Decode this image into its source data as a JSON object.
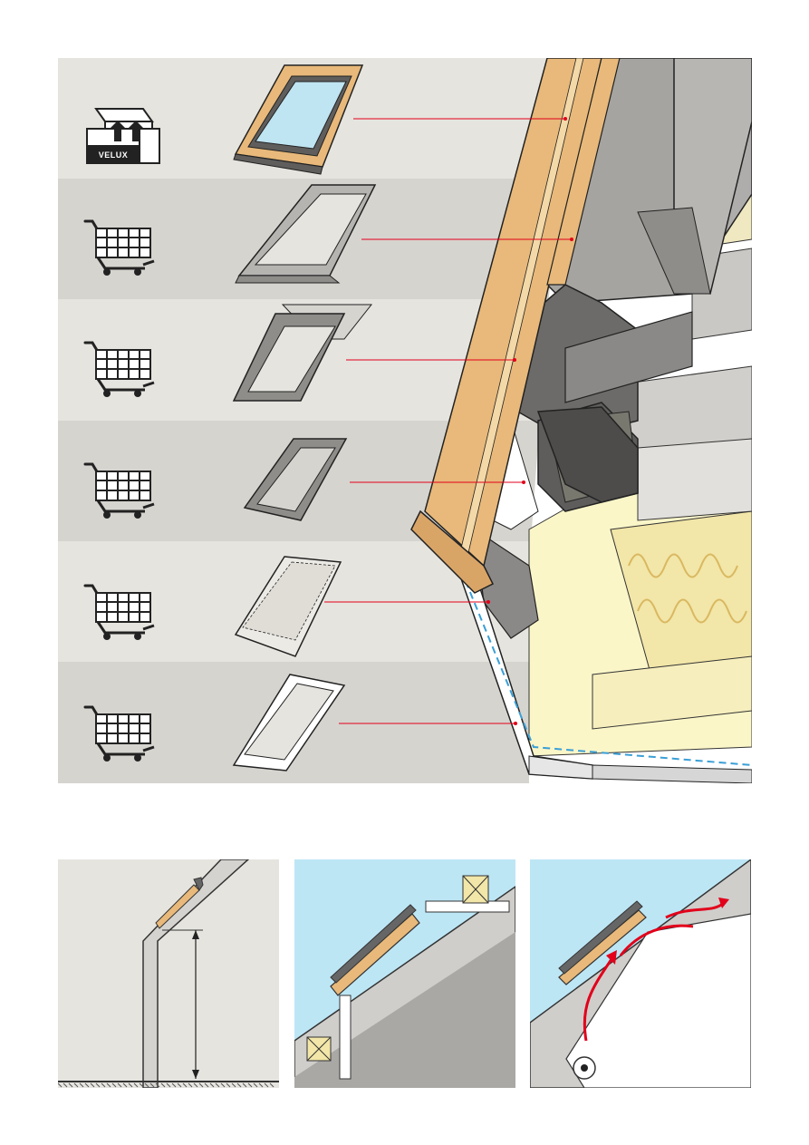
{
  "rows": [
    {
      "icon": "velux-box-icon",
      "product": "roof-window"
    },
    {
      "icon": "shopping-cart-icon",
      "product": "flashing"
    },
    {
      "icon": "shopping-cart-icon",
      "product": "underfelt-collar"
    },
    {
      "icon": "shopping-cart-icon",
      "product": "insulation-frame"
    },
    {
      "icon": "shopping-cart-icon",
      "product": "vapour-barrier-collar"
    },
    {
      "icon": "shopping-cart-icon",
      "product": "interior-lining"
    }
  ],
  "box_label": "VELUX",
  "colors": {
    "row_light": "#e6e4df",
    "row_dark": "#d6d4cf",
    "leader_line": "#e2001a",
    "wood": "#e8b97a",
    "sky": "#bde6f5",
    "insulation": "#fbf6c8"
  }
}
